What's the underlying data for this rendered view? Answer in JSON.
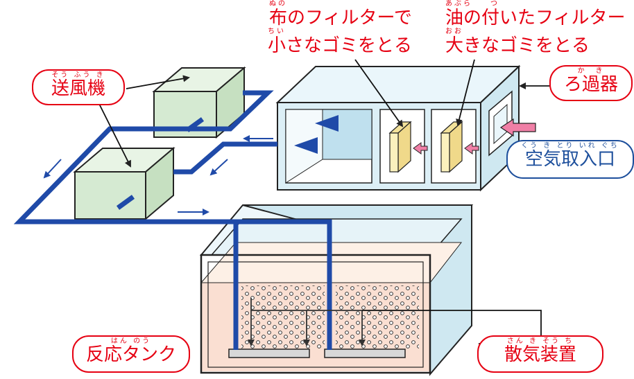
{
  "labels": {
    "filter_cloth": {
      "ruby": "ぬの",
      "text": "布のフィルターで"
    },
    "small_dust": {
      "ruby": "ちい",
      "text": "小さなゴミをとる"
    },
    "filter_oil": {
      "ruby": "あぶら　　つ",
      "text": "油の付いたフィルター"
    },
    "big_dust": {
      "ruby": "おお",
      "text": "大きなゴミをとる"
    },
    "blower": {
      "ruby": "そう ふう き",
      "text": "送風機"
    },
    "filter_device": {
      "ruby": "か　き",
      "text": "ろ過器"
    },
    "air_intake": {
      "ruby": "くう き とり いれ ぐち",
      "text": "空気取入口"
    },
    "reaction_tank": {
      "ruby": "はん のう",
      "text": "反応タンク"
    },
    "diffuser": {
      "ruby": "さん き そう ち",
      "text": "散気装置"
    }
  },
  "colors": {
    "label_red": "#e60012",
    "label_blue": "#1d4f9c",
    "pipe": "#1f4aa8",
    "blower_fill": "#d5ead2",
    "filter_box": "#dceff6",
    "tank_water": "#fadfd2",
    "filter_pad": "#fbf1bd",
    "arrow_pink": "#f07fa6"
  }
}
